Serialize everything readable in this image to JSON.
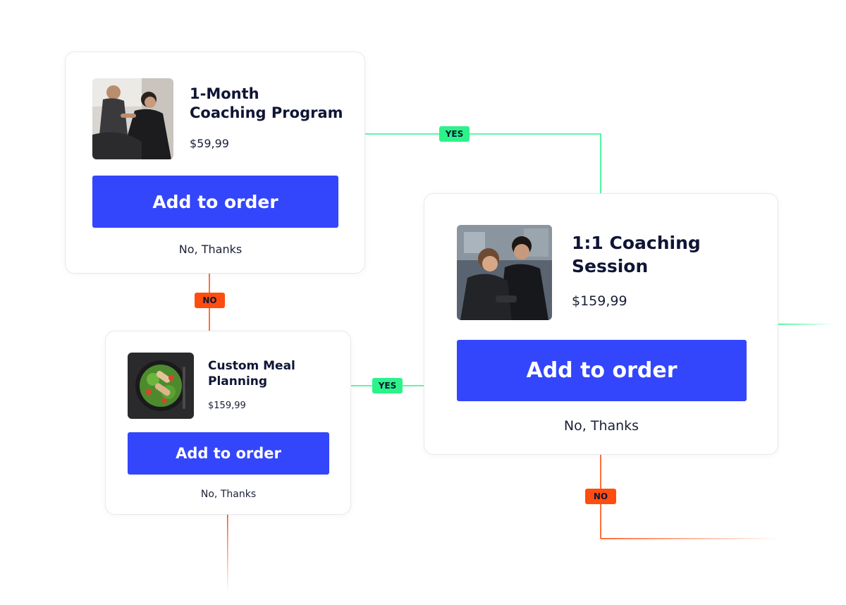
{
  "colors": {
    "accent_button": "#3346fb",
    "yes_line": "#2bf38a",
    "no_line": "#ff4d0f",
    "title_text": "#0f1535"
  },
  "cards": [
    {
      "title_line1": "1-Month",
      "title_line2": "Coaching Program",
      "price": "$59,99",
      "button_label": "Add to order",
      "decline_label": "No, Thanks",
      "image": "coaching-photo"
    },
    {
      "title_line1": "1:1 Coaching",
      "title_line2": "Session",
      "price": "$159,99",
      "button_label": "Add to order",
      "decline_label": "No, Thanks",
      "image": "gym-photo"
    },
    {
      "title_line1": "Custom Meal",
      "title_line2": "Planning",
      "price": "$159,99",
      "button_label": "Add to order",
      "decline_label": "No, Thanks",
      "image": "salad-photo"
    }
  ],
  "badges": {
    "yes": "YES",
    "no": "NO"
  }
}
